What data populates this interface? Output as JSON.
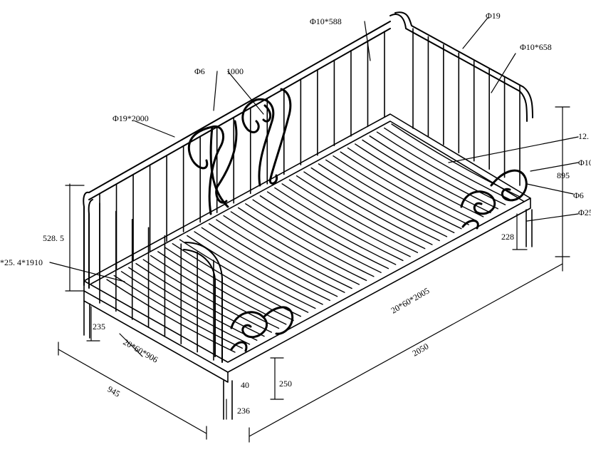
{
  "diagram": {
    "labels": {
      "top_rail_right": "Φ10*588",
      "post_right": "Φ19",
      "side_rail_right": "Φ10*658",
      "back_decor_rod": "Φ6",
      "back_decor_len": "1000",
      "back_top_tube": "Φ19*2000",
      "dim_12": "12.",
      "dim_phi10_cut": "Φ10",
      "dim_895": "895",
      "dim_phi6_right": "Φ6",
      "dim_phi25": "Φ25",
      "dim_528": "528. 5",
      "dim_1910": "*25. 4*1910",
      "dim_228": "228",
      "dim_long_slat": "20*60*2005",
      "dim_235": "235",
      "dim_short_slat": "20*60*906",
      "dim_2050": "2050",
      "dim_945": "945",
      "dim_250": "250",
      "dim_40": "40",
      "dim_236": "236"
    }
  }
}
